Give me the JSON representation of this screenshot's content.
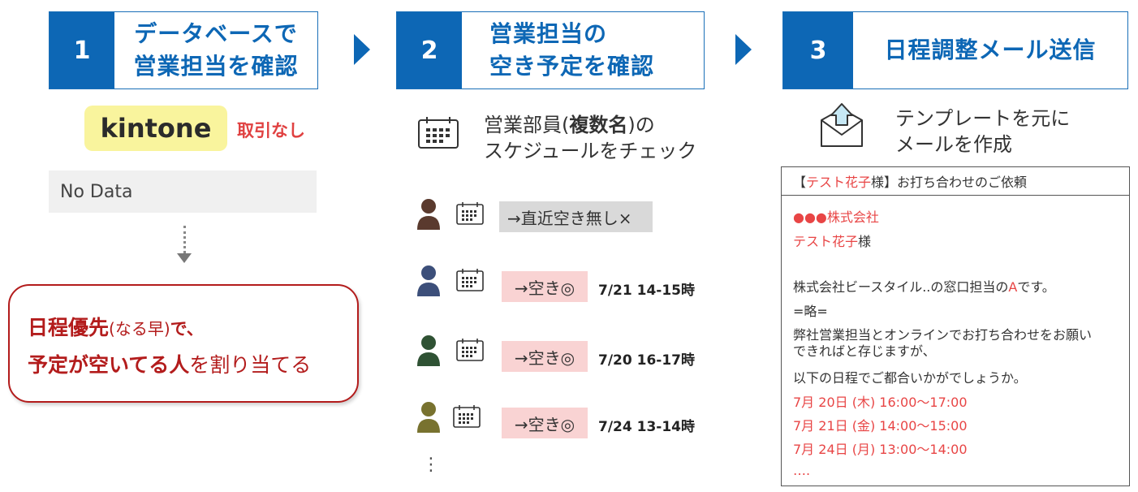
{
  "steps": [
    {
      "num": "1",
      "title_line1": "データベースで",
      "title_line2": "営業担当を確認"
    },
    {
      "num": "2",
      "title_line1": "営業担当の",
      "title_line2": "空き予定を確認"
    },
    {
      "num": "3",
      "title_line1": "日程調整メール送信"
    }
  ],
  "col1": {
    "kintone": "kintone",
    "no_deal": "取引なし",
    "no_data": "No Data",
    "priority": {
      "l1_bold": "日程優先",
      "l1_mid": "(なる早)",
      "l1_end": "で、",
      "l2_bold": "予定が空いてる人",
      "l2_end": "を割り当てる"
    }
  },
  "col2": {
    "desc_pre": "営業部員(",
    "desc_bold": "複数名",
    "desc_post": ")の",
    "desc_line2": "スケジュールをチェック",
    "members": [
      {
        "avatar_color": "#5a3a2e",
        "status": "→直近空き無し×",
        "time": "",
        "available": false
      },
      {
        "avatar_color": "#3c4f7a",
        "status": "→空き◎",
        "time": "7/21 14-15時",
        "available": true
      },
      {
        "avatar_color": "#2f5234",
        "status": "→空き◎",
        "time": "7/20 16-17時",
        "available": true
      },
      {
        "avatar_color": "#78722f",
        "status": "→空き◎",
        "time": "7/24 13-14時",
        "available": true
      }
    ],
    "more": "⋮"
  },
  "col3": {
    "desc_line1": "テンプレートを元に",
    "desc_line2": "メールを作成",
    "email": {
      "subject_pre": "【",
      "subject_name": "テスト花子",
      "subject_post": "様】お打ち合わせのご依頼",
      "company": "●●●株式会社",
      "to_name": "テスト花子",
      "to_suffix": "様",
      "intro_pre": "株式会社ビースタイル..の窓口担当の",
      "intro_a": "A",
      "intro_post": "です。",
      "omitted": "=略=",
      "body1": "弊社営業担当とオンラインでお打ち合わせをお願い",
      "body2": "できればと存じますが、",
      "body3": "以下の日程でご都合いかがでしょうか。",
      "dates": [
        "7月 20日 (木) 16:00～17:00",
        "7月 21日 (金) 14:00～15:00",
        "7月 24日 (月) 13:00～14:00"
      ],
      "ellipsis": "…."
    }
  },
  "colors": {
    "primary": "#0d67b5",
    "accent_red": "#b31c1c",
    "highlight_red": "#e84545",
    "kintone_bg": "#f9f49d"
  }
}
